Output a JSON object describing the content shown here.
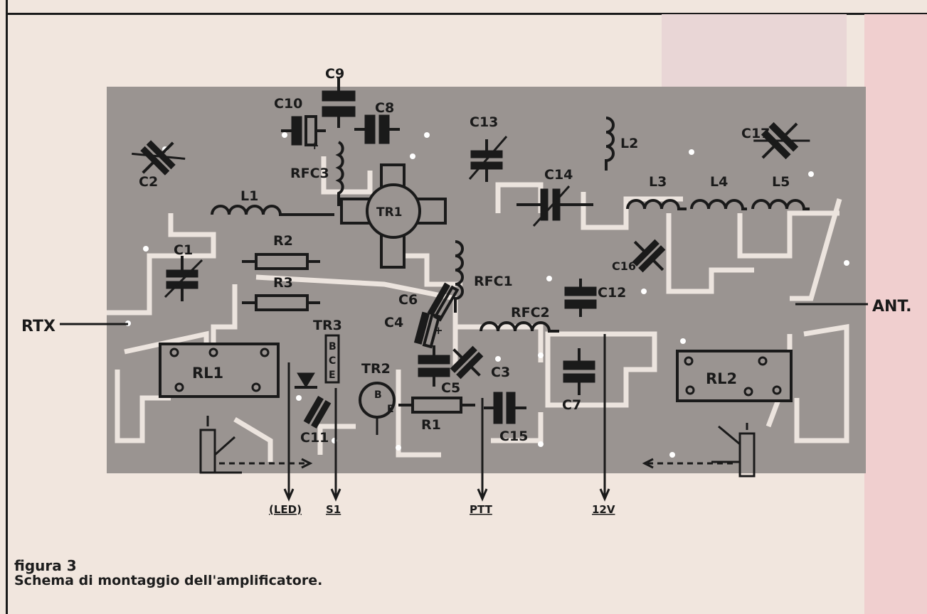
{
  "components": {
    "c9": "C9",
    "c10": "C10",
    "c8": "C8",
    "c13": "C13",
    "l2": "L2",
    "c17": "C17",
    "c2": "C2",
    "rfc3": "RFC3",
    "tr1": "TR1",
    "c14": "C14",
    "l1": "L1",
    "l3": "L3",
    "l4": "L4",
    "l5": "L5",
    "c1": "C1",
    "r2": "R2",
    "r3": "R3",
    "rfc1": "RFC1",
    "c16": "C16",
    "c12": "C12",
    "c6": "C6",
    "c4": "C4",
    "rfc2": "RFC2",
    "tr3": "TR3",
    "tr3_b": "B",
    "tr3_c": "C",
    "tr3_e": "E",
    "tr2": "TR2",
    "tr2_b": "B",
    "tr2_e": "E",
    "c3": "C3",
    "c5": "C5",
    "rl1": "RL1",
    "rl2": "RL2",
    "c7": "C7",
    "r1": "R1",
    "c15": "C15",
    "c11": "C11",
    "plus": "+"
  },
  "terminals": {
    "rtx": "RTX",
    "ant": "ANT.",
    "led": "(LED)",
    "s1": "S1",
    "ptt": "PTT",
    "v12": "12V"
  },
  "caption": {
    "number": "figura 3",
    "description": "Schema di montaggio dell'amplificatore."
  },
  "colors": {
    "board": "#9a9491",
    "trace": "#857e7b",
    "ink": "#1a1a1a",
    "paper": "#f1e6de"
  }
}
